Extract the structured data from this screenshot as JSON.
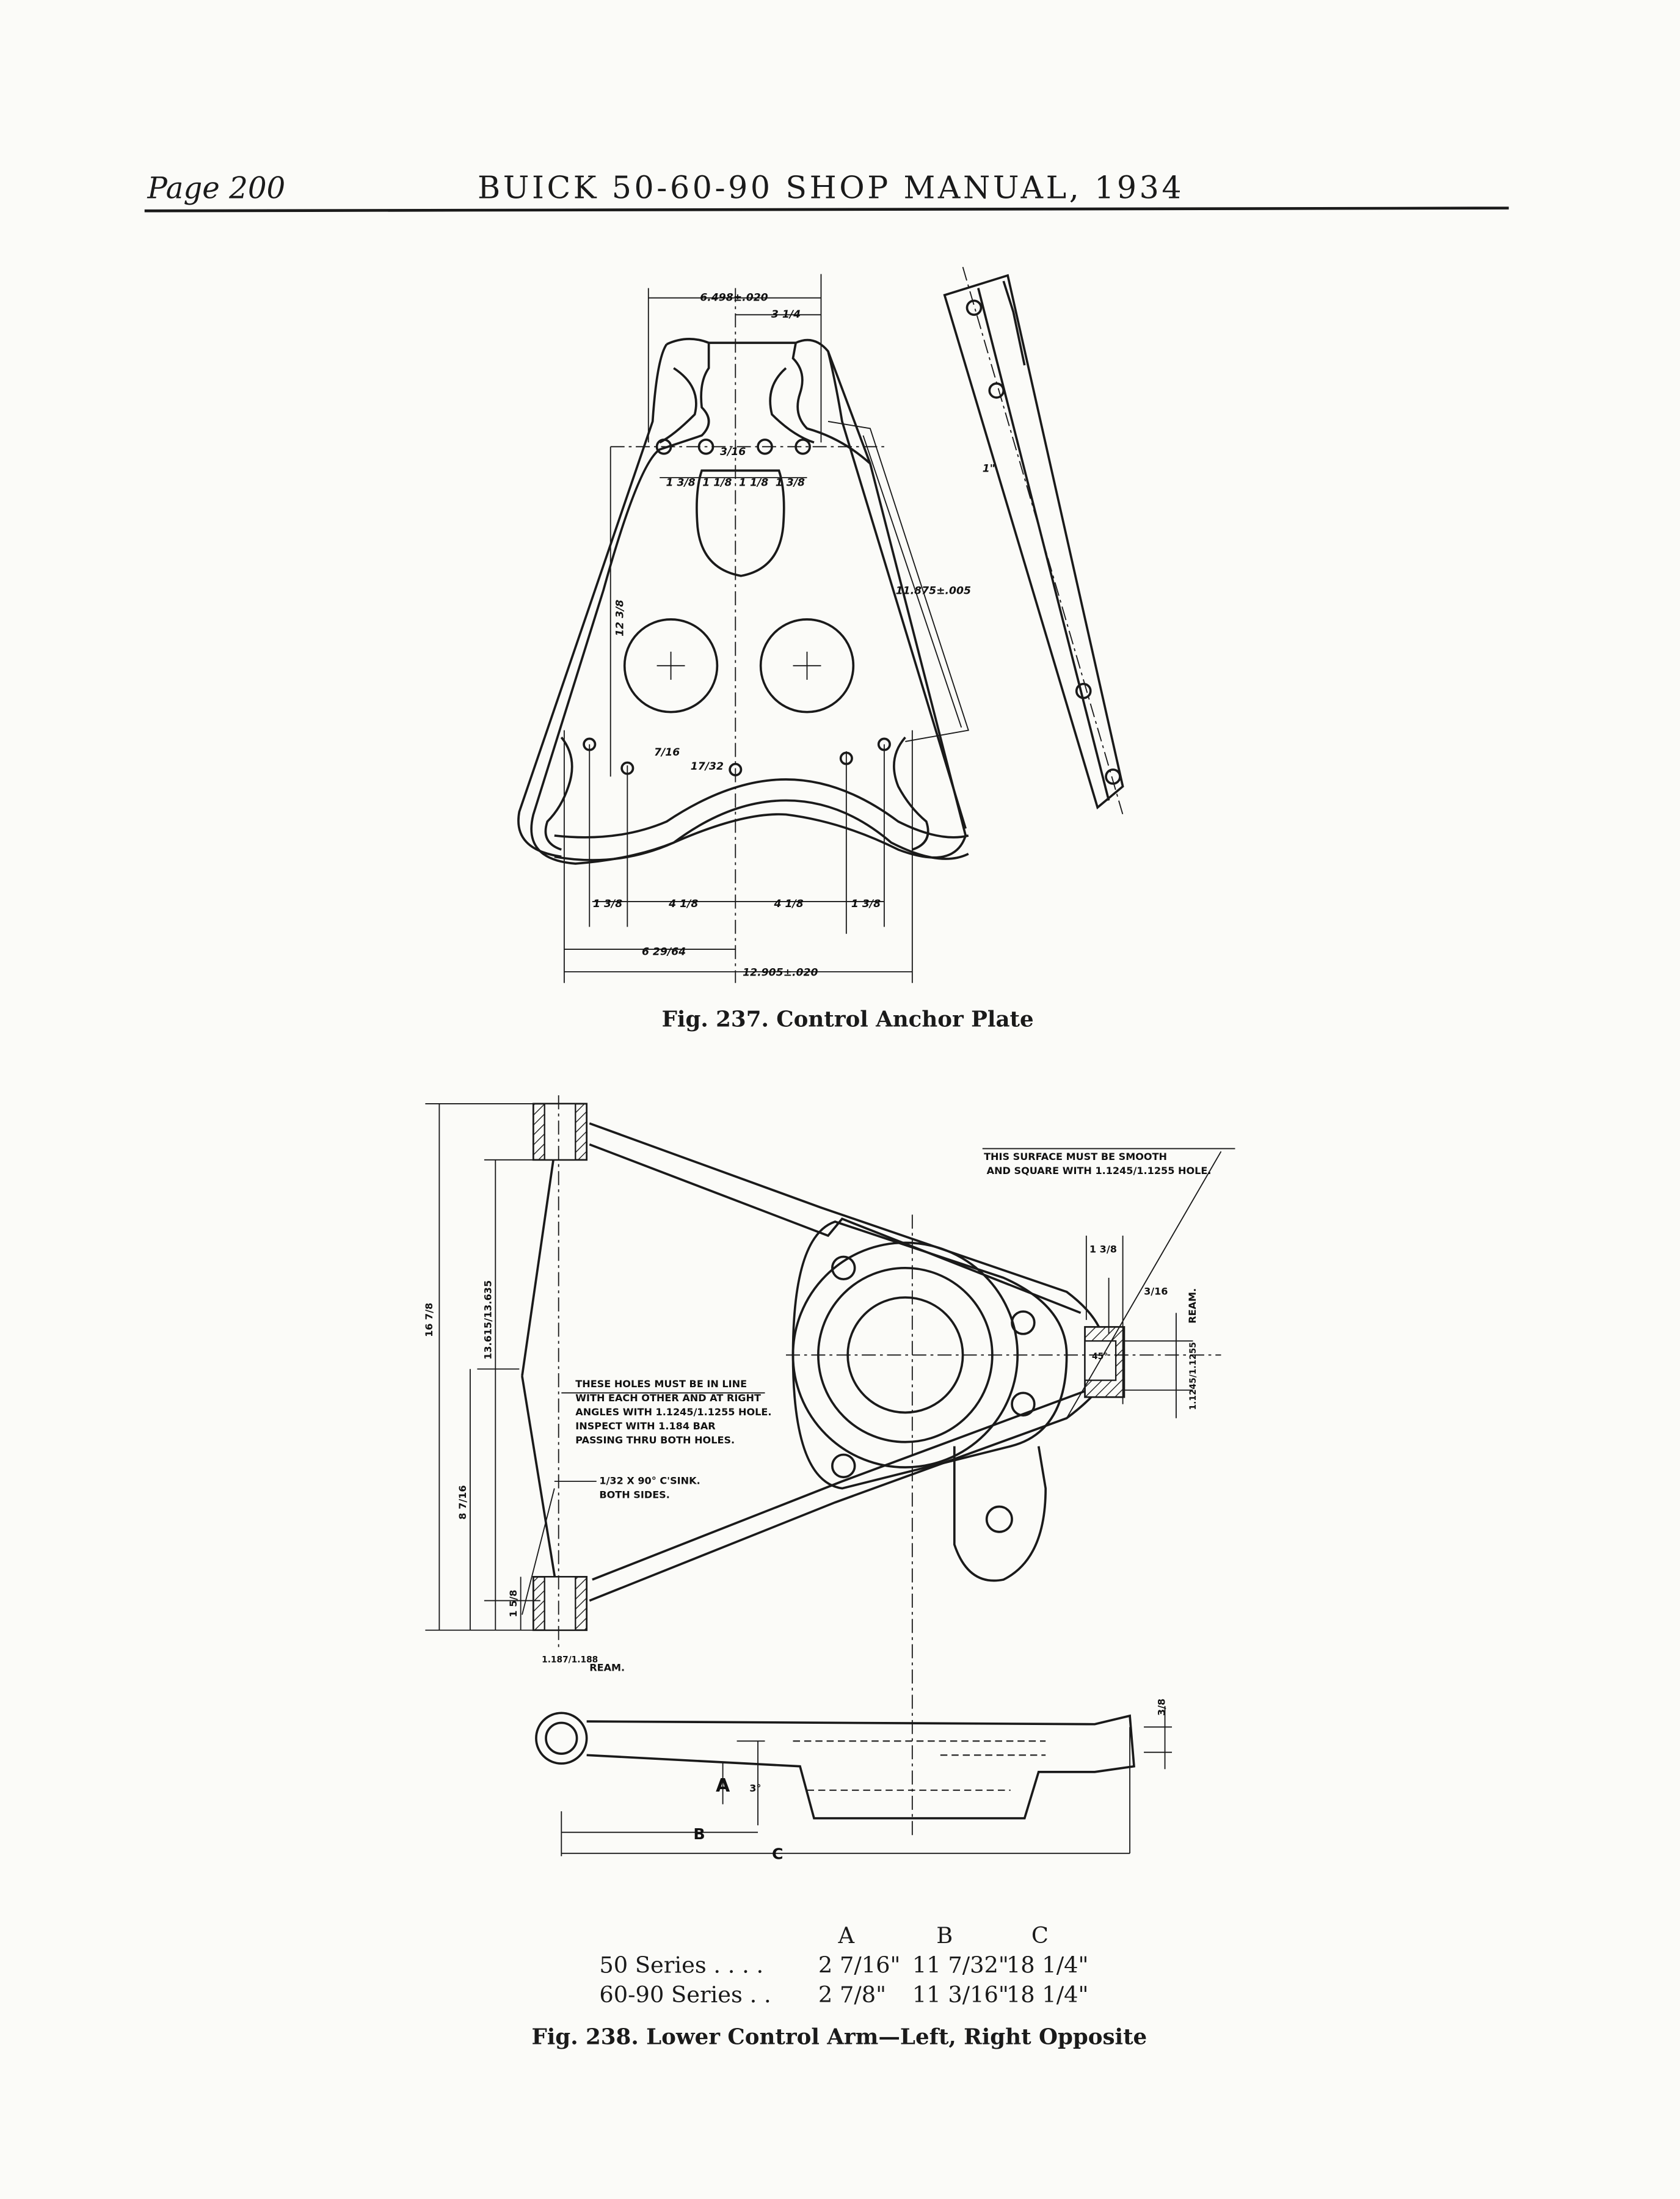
{
  "header": {
    "page_label": "Page 200",
    "title": "BUICK 50-60-90 SHOP MANUAL, 1934"
  },
  "figure_237": {
    "caption": "Fig. 237. Control Anchor Plate",
    "dimensions": {
      "top_width": "6.498±.020",
      "half_width": "3 1/4",
      "small_offset": "3/16",
      "hole_spacing": [
        "1 3/8",
        "1 1/8",
        "1 1/8",
        "1 3/8"
      ],
      "height_left": "12 3/8",
      "slant_length": "11.875±.005",
      "bar_width": "1\"",
      "lower_offset_1": "7/16",
      "lower_offset_2": "17/32",
      "bottom_spacing": [
        "1 3/8",
        "4 1/8",
        "4 1/8",
        "1 3/8"
      ],
      "half_base": "6 29/64",
      "base_width": "12.905±.020"
    }
  },
  "figure_238": {
    "caption": "Fig. 238. Lower Control Arm—Left, Right Opposite",
    "notes": {
      "surface": [
        "THIS SURFACE MUST BE SMOOTH",
        "AND SQUARE WITH 1.1245/1.1255 HOLE."
      ],
      "holes": [
        "THESE HOLES MUST BE IN LINE",
        "WITH EACH OTHER AND AT RIGHT",
        "ANGLES WITH 1.1245/1.1255 HOLE.",
        "INSPECT WITH 1.184 BAR",
        "PASSING THRU BOTH HOLES."
      ],
      "csink": [
        "1/32 X 90° C'SINK.",
        "BOTH SIDES."
      ]
    },
    "dimensions": {
      "overall_height": "16 7/8",
      "hole_centers": "13.615/13.635",
      "lower_height": "8 7/16",
      "eye_height": "1 5/8",
      "eye_bore": "1.187/1.188",
      "eye_ream": "REAM.",
      "bushing_width": "1 3/8",
      "bushing_offset": "3/16",
      "bushing_bore": "1.1245/1.1255",
      "bushing_ream": "REAM.",
      "chamfer": "45°",
      "side_offset": "3/8",
      "angle": "3°",
      "label_a": "A",
      "label_b": "B",
      "label_c": "C"
    },
    "table": {
      "headers": [
        "A",
        "B",
        "C"
      ],
      "rows": [
        {
          "series": "50 Series . . . .",
          "a": "2 7/16\"",
          "b": "11 7/32\"",
          "c": "18 1/4\""
        },
        {
          "series": "60-90 Series . .",
          "a": "2 7/8\"",
          "b": "11 3/16\"",
          "c": "18 1/4\""
        }
      ]
    }
  }
}
